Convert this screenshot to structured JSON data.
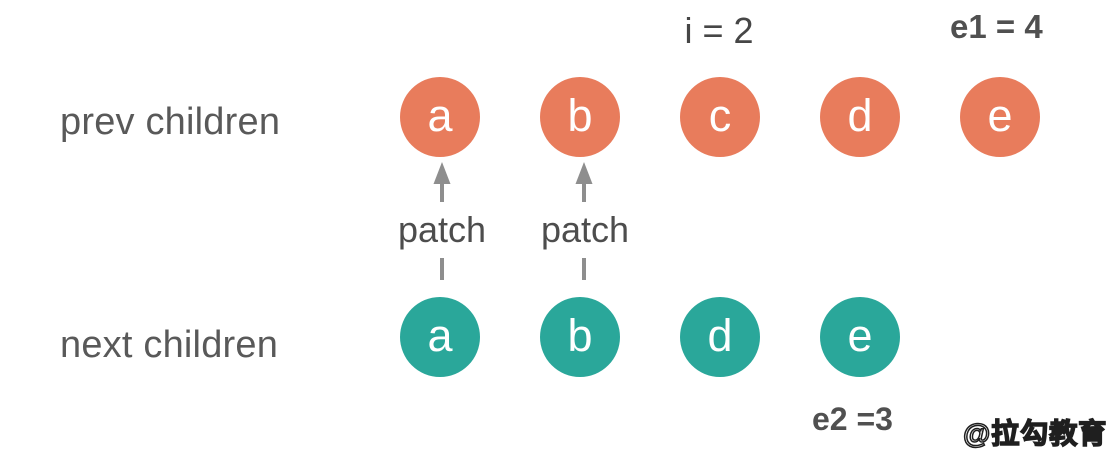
{
  "diagram": {
    "prev_row": {
      "label": "prev children",
      "nodes": [
        "a",
        "b",
        "c",
        "d",
        "e"
      ]
    },
    "next_row": {
      "label": "next children",
      "nodes": [
        "a",
        "b",
        "d",
        "e"
      ]
    },
    "annotations": {
      "index_badge": "i = 2",
      "e1_note": "e1 = 4",
      "e2_note": "e2 =3",
      "patch_1": "patch",
      "patch_2": "patch"
    },
    "watermark": "@拉勾教育",
    "colors": {
      "prev_node": "#E87C5C",
      "next_node": "#2AA79A",
      "arrow": "#8E8E8E",
      "row_label_text": "#595959",
      "patch_text": "#4D4D4D",
      "note_text": "#505050",
      "node_text": "#FFFFFF",
      "background": "#FFFFFF"
    }
  }
}
